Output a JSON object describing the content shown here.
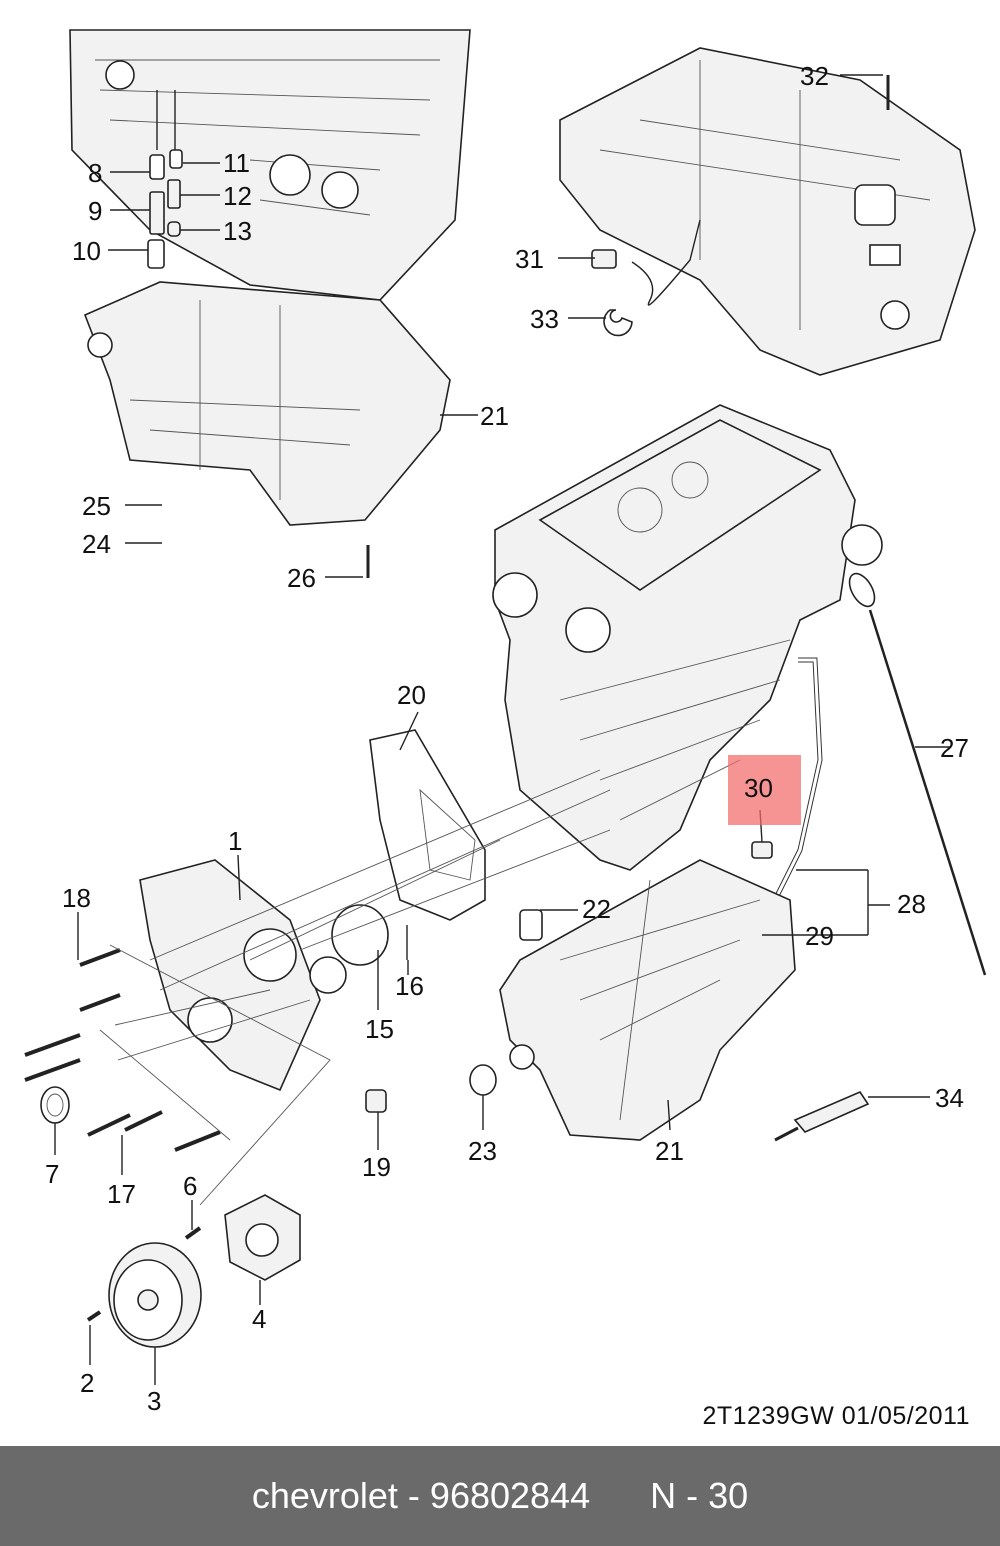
{
  "callouts": [
    "1",
    "2",
    "3",
    "4",
    "6",
    "7",
    "8",
    "9",
    "10",
    "11",
    "12",
    "13",
    "15",
    "16",
    "17",
    "18",
    "19",
    "20",
    "21",
    "21",
    "22",
    "23",
    "24",
    "25",
    "26",
    "27",
    "28",
    "29",
    "30",
    "31",
    "32",
    "33",
    "34"
  ],
  "diagram_ref": "2T1239GW  01/05/2011",
  "footer": {
    "brand": "chevrolet",
    "separator": " - ",
    "part_number": "96802844",
    "position_label": "N - 30"
  },
  "highlight_color": "#f26a6a",
  "highlighted_callout": "30"
}
